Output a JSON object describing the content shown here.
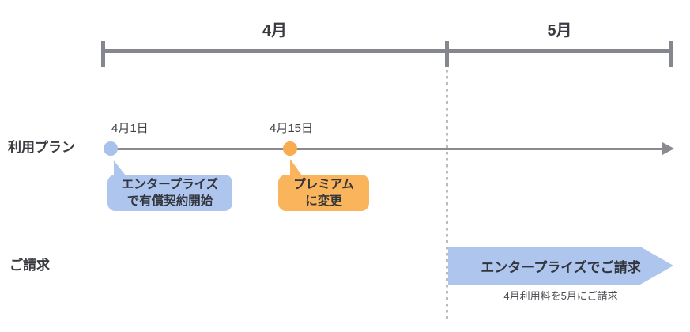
{
  "diagram": {
    "months": [
      {
        "label": "4月"
      },
      {
        "label": "5月"
      }
    ],
    "plan_row": {
      "label": "利用プラン",
      "events": [
        {
          "date": "4月1日",
          "bubble_line1": "エンタープライズ",
          "bubble_line2": "で有償契約開始"
        },
        {
          "date": "4月15日",
          "bubble_line1": "プレミアム",
          "bubble_line2": "に変更"
        }
      ]
    },
    "billing_row": {
      "label": "ご請求",
      "banner_label": "エンタープライズでご請求",
      "caption": "4月利用料を5月にご請求"
    },
    "colors": {
      "axis_gray": "#85868e",
      "timeline_gray": "#8a8b91",
      "dotted_line_gray": "#bcbcbc",
      "enterprise_blue": "#aec5ee",
      "premium_orange": "#f9b45c",
      "premium_dot_orange": "#f9ab50",
      "text_dark": "#33353d"
    }
  }
}
